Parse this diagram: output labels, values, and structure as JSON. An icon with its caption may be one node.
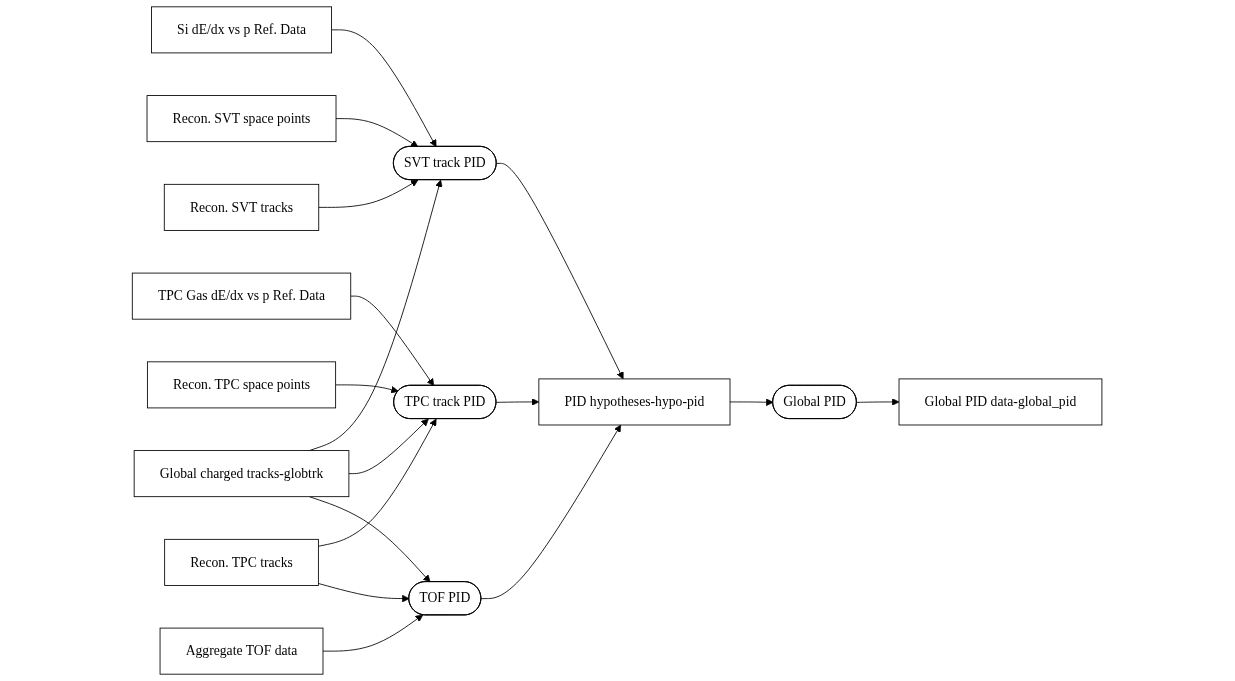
{
  "diagram": {
    "nodes": [
      {
        "text": [
          "Si dE/dx vs p Ref. Data"
        ]
      },
      {
        "text": [
          "Recon. SVT space points"
        ]
      },
      {
        "text": [
          "SVT track PID"
        ]
      },
      {
        "text": [
          "Recon. SVT tracks"
        ]
      },
      {
        "text": [
          "TPC Gas dE/dx vs p Ref. Data"
        ]
      },
      {
        "text": [
          "Recon. TPC space points"
        ]
      },
      {
        "text": [
          "TPC track PID"
        ]
      },
      {
        "text": [
          "PID hypotheses-hypo-pid"
        ]
      },
      {
        "text": [
          "Recon. TPC tracks"
        ]
      },
      {
        "text": [
          "Aggregate TOF data"
        ]
      },
      {
        "text": [
          "Global charged tracks-globtrk"
        ]
      },
      {
        "text": [
          "TOF PID"
        ]
      },
      {
        "text": [
          "Global PID"
        ]
      },
      {
        "text": [
          "Global PID data-global_pid"
        ]
      }
    ],
    "edges": [
      {
        "from": 0,
        "to": 2,
        "arrow": "to"
      },
      {
        "from": 1,
        "to": 2,
        "arrow": "to"
      },
      {
        "from": 3,
        "to": 2,
        "arrow": "to"
      },
      {
        "from": 10,
        "to": 2,
        "arrow": "to"
      },
      {
        "from": 4,
        "to": 6,
        "arrow": "to"
      },
      {
        "from": 5,
        "to": 6,
        "arrow": "to"
      },
      {
        "from": 8,
        "to": 6,
        "arrow": "to"
      },
      {
        "from": 10,
        "to": 6,
        "arrow": "to"
      },
      {
        "from": 8,
        "to": 11,
        "arrow": "to"
      },
      {
        "from": 9,
        "to": 11,
        "arrow": "to"
      },
      {
        "from": 10,
        "to": 11,
        "arrow": "to"
      },
      {
        "from": 2,
        "to": 7,
        "arrow": "to"
      },
      {
        "from": 6,
        "to": 7,
        "arrow": "to"
      },
      {
        "from": 11,
        "to": 7,
        "arrow": "to"
      },
      {
        "from": 7,
        "to": 12,
        "arrow": "to"
      },
      {
        "from": 12,
        "to": 13,
        "arrow": "to"
      }
    ]
  }
}
